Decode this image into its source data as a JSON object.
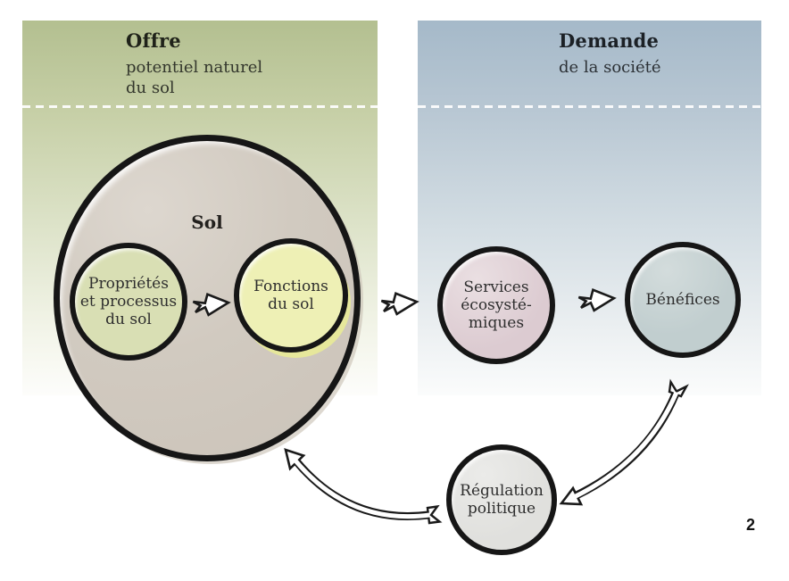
{
  "panels": {
    "offer": {
      "title": "Offre",
      "subtitle": "potentiel naturel\ndu sol"
    },
    "demand": {
      "title": "Demande",
      "subtitle": "de la société"
    }
  },
  "nodes": {
    "sol": {
      "label": "Sol"
    },
    "proprietes": {
      "label": "Propriétés\net processus\ndu sol"
    },
    "fonctions": {
      "label": "Fonctions\ndu sol"
    },
    "services": {
      "label": "Services\nécosysté-\nmiques"
    },
    "benefices": {
      "label": "Bénéfices"
    },
    "regulation": {
      "label": "Régulation\npolitique"
    }
  },
  "arrows": [
    {
      "name": "proprietes-to-fonctions",
      "style": "chevron"
    },
    {
      "name": "sol-to-services",
      "style": "chevron"
    },
    {
      "name": "services-to-benefices",
      "style": "chevron"
    },
    {
      "name": "benefices-to-regulation",
      "style": "curved-hollow"
    },
    {
      "name": "regulation-to-sol",
      "style": "curved-hollow"
    }
  ],
  "page_number": "2",
  "colors": {
    "panel-green-top": "#b3bf90",
    "panel-blue-top": "#a5b9c9",
    "sol-fill": "#d1cac0",
    "prop-fill": "#d9dfb4",
    "fonc-fill": "#eef0b5",
    "serv-fill": "#dccbd1",
    "bene-fill": "#c1cecf",
    "regu-fill": "#e0e0dd",
    "ink": "#161616"
  }
}
